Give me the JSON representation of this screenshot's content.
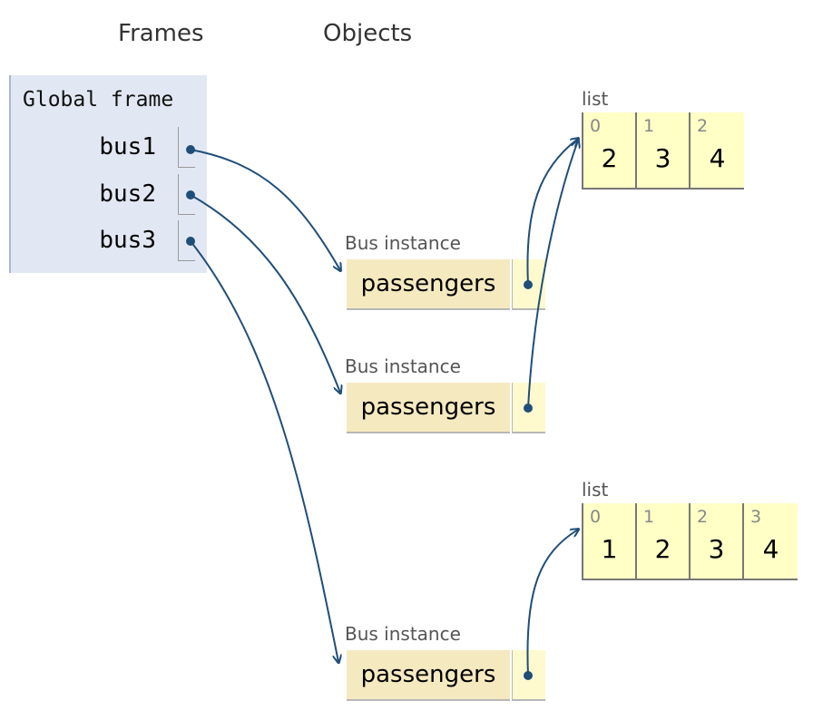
{
  "headers": {
    "frames": "Frames",
    "objects": "Objects"
  },
  "frame": {
    "title": "Global frame",
    "vars": [
      {
        "name": "bus1"
      },
      {
        "name": "bus2"
      },
      {
        "name": "bus3"
      }
    ]
  },
  "instances": [
    {
      "label": "Bus instance",
      "attr": "passengers"
    },
    {
      "label": "Bus instance",
      "attr": "passengers"
    },
    {
      "label": "Bus instance",
      "attr": "passengers"
    }
  ],
  "lists": [
    {
      "label": "list",
      "indices": [
        "0",
        "1",
        "2"
      ],
      "values": [
        "2",
        "3",
        "4"
      ]
    },
    {
      "label": "list",
      "indices": [
        "0",
        "1",
        "2",
        "3"
      ],
      "values": [
        "1",
        "2",
        "3",
        "4"
      ]
    }
  ],
  "colors": {
    "arrow": "#1f4e79",
    "frame_bg": "#e2e8f3",
    "instance_bg": "#f5e9c0",
    "list_bg": "#ffffc6"
  }
}
